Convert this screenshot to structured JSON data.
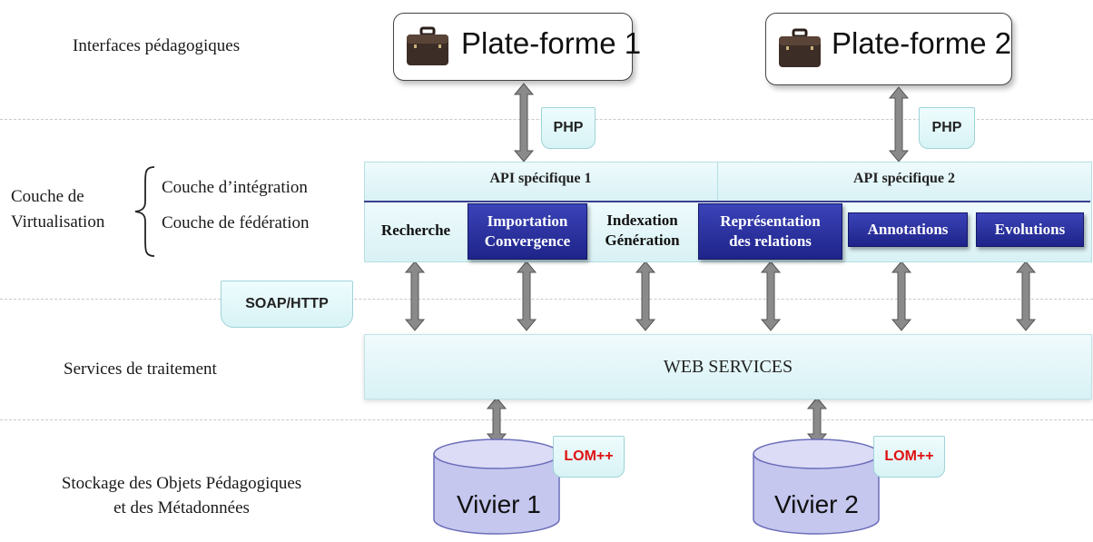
{
  "layers": {
    "interfaces": "Interfaces pédagogiques",
    "virtualisation_line1": "Couche de",
    "virtualisation_line2": "Virtualisation",
    "integration": "Couche d’intégration",
    "federation": "Couche de fédération",
    "services": "Services de traitement",
    "storage_line1": "Stockage des Objets Pédagogiques",
    "storage_line2": "et des Métadonnées"
  },
  "platforms": [
    {
      "label": "Plate-forme 1",
      "icon": "briefcase-icon"
    },
    {
      "label": "Plate-forme 2",
      "icon": "briefcase-icon"
    }
  ],
  "protocols": {
    "php1": "PHP",
    "php2": "PHP",
    "soap": "SOAP/HTTP",
    "lom1": "LOM++",
    "lom2": "LOM++"
  },
  "apis": [
    "API spécifique 1",
    "API spécifique 2"
  ],
  "services": [
    {
      "line1": "Recherche",
      "line2": ""
    },
    {
      "line1": "Importation",
      "line2": "Convergence"
    },
    {
      "line1": "Indexation",
      "line2": "Génération"
    },
    {
      "line1": "Représentation",
      "line2": "des relations"
    },
    {
      "line1": "Annotations",
      "line2": ""
    },
    {
      "line1": "Evolutions",
      "line2": ""
    }
  ],
  "web_services": "WEB SERVICES",
  "repositories": [
    "Vivier 1",
    "Vivier 2"
  ],
  "colors": {
    "service_dark": "#2a31a3",
    "layer_fill": "#e4f6f8",
    "cylinder_fill": "#c7c9ef",
    "lom_text": "#e01010",
    "arrow": "#808080"
  }
}
